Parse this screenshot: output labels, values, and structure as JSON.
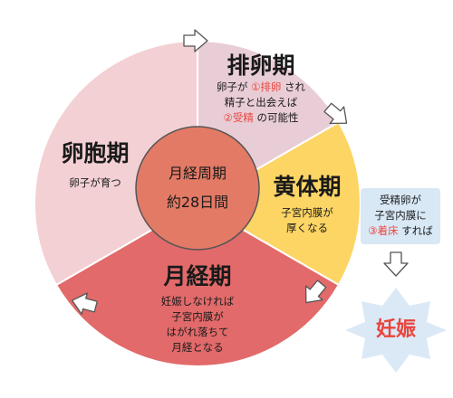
{
  "colors": {
    "ovulation": "#e9cdd6",
    "luteal": "#fdd565",
    "menstruation": "#e26a6a",
    "follicular": "#f3d0d3",
    "center": "#e37a66",
    "pregnancy_star": "#dbe9f7",
    "note_box": "#d8e8f5",
    "accent_red": "#e8453c"
  },
  "center": {
    "line1": "月経周期",
    "line2": "約28日間"
  },
  "phases": {
    "ovulation": {
      "title": "排卵期",
      "desc_line1_pre": "卵子が",
      "desc_line1_mark": "①排卵",
      "desc_line1_post": "され",
      "desc_line2": "精子と出会えば",
      "desc_line3_mark": "②受精",
      "desc_line3_post": "の可能性"
    },
    "luteal": {
      "title": "黄体期",
      "desc_line1": "子宮内膜が",
      "desc_line2": "厚くなる"
    },
    "menstruation": {
      "title": "月経期",
      "desc_line1": "妊娠しなければ",
      "desc_line2": "子宮内膜が",
      "desc_line3": "はがれ落ちて",
      "desc_line4": "月経となる"
    },
    "follicular": {
      "title": "卵胞期",
      "desc_line1": "卵子が育つ"
    }
  },
  "note": {
    "line1": "受精卵が",
    "line2": "子宮内膜に",
    "line3_mark": "③着床",
    "line3_post": "すれば"
  },
  "pregnancy": {
    "label": "妊娠"
  }
}
